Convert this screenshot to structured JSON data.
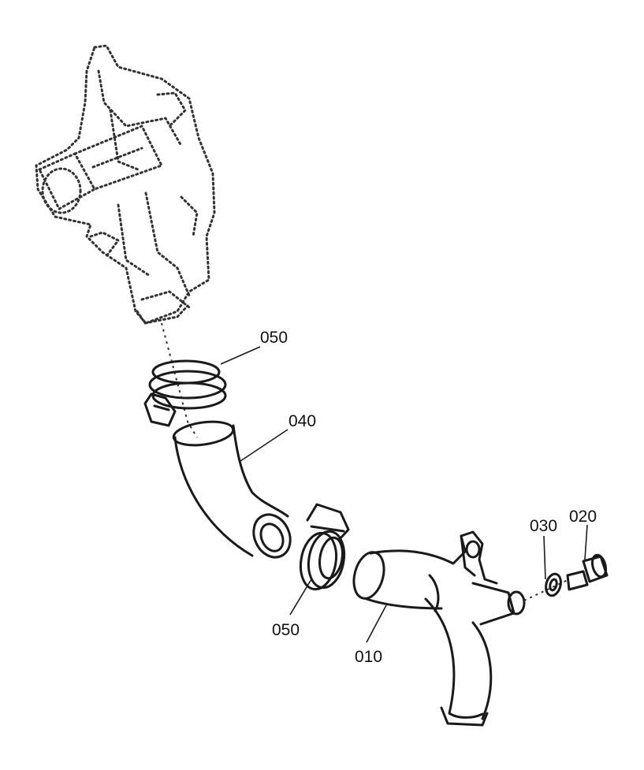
{
  "callouts": {
    "c050_top": "050",
    "c040": "040",
    "c050_bottom": "050",
    "c010": "010",
    "c030": "030",
    "c020": "020"
  }
}
